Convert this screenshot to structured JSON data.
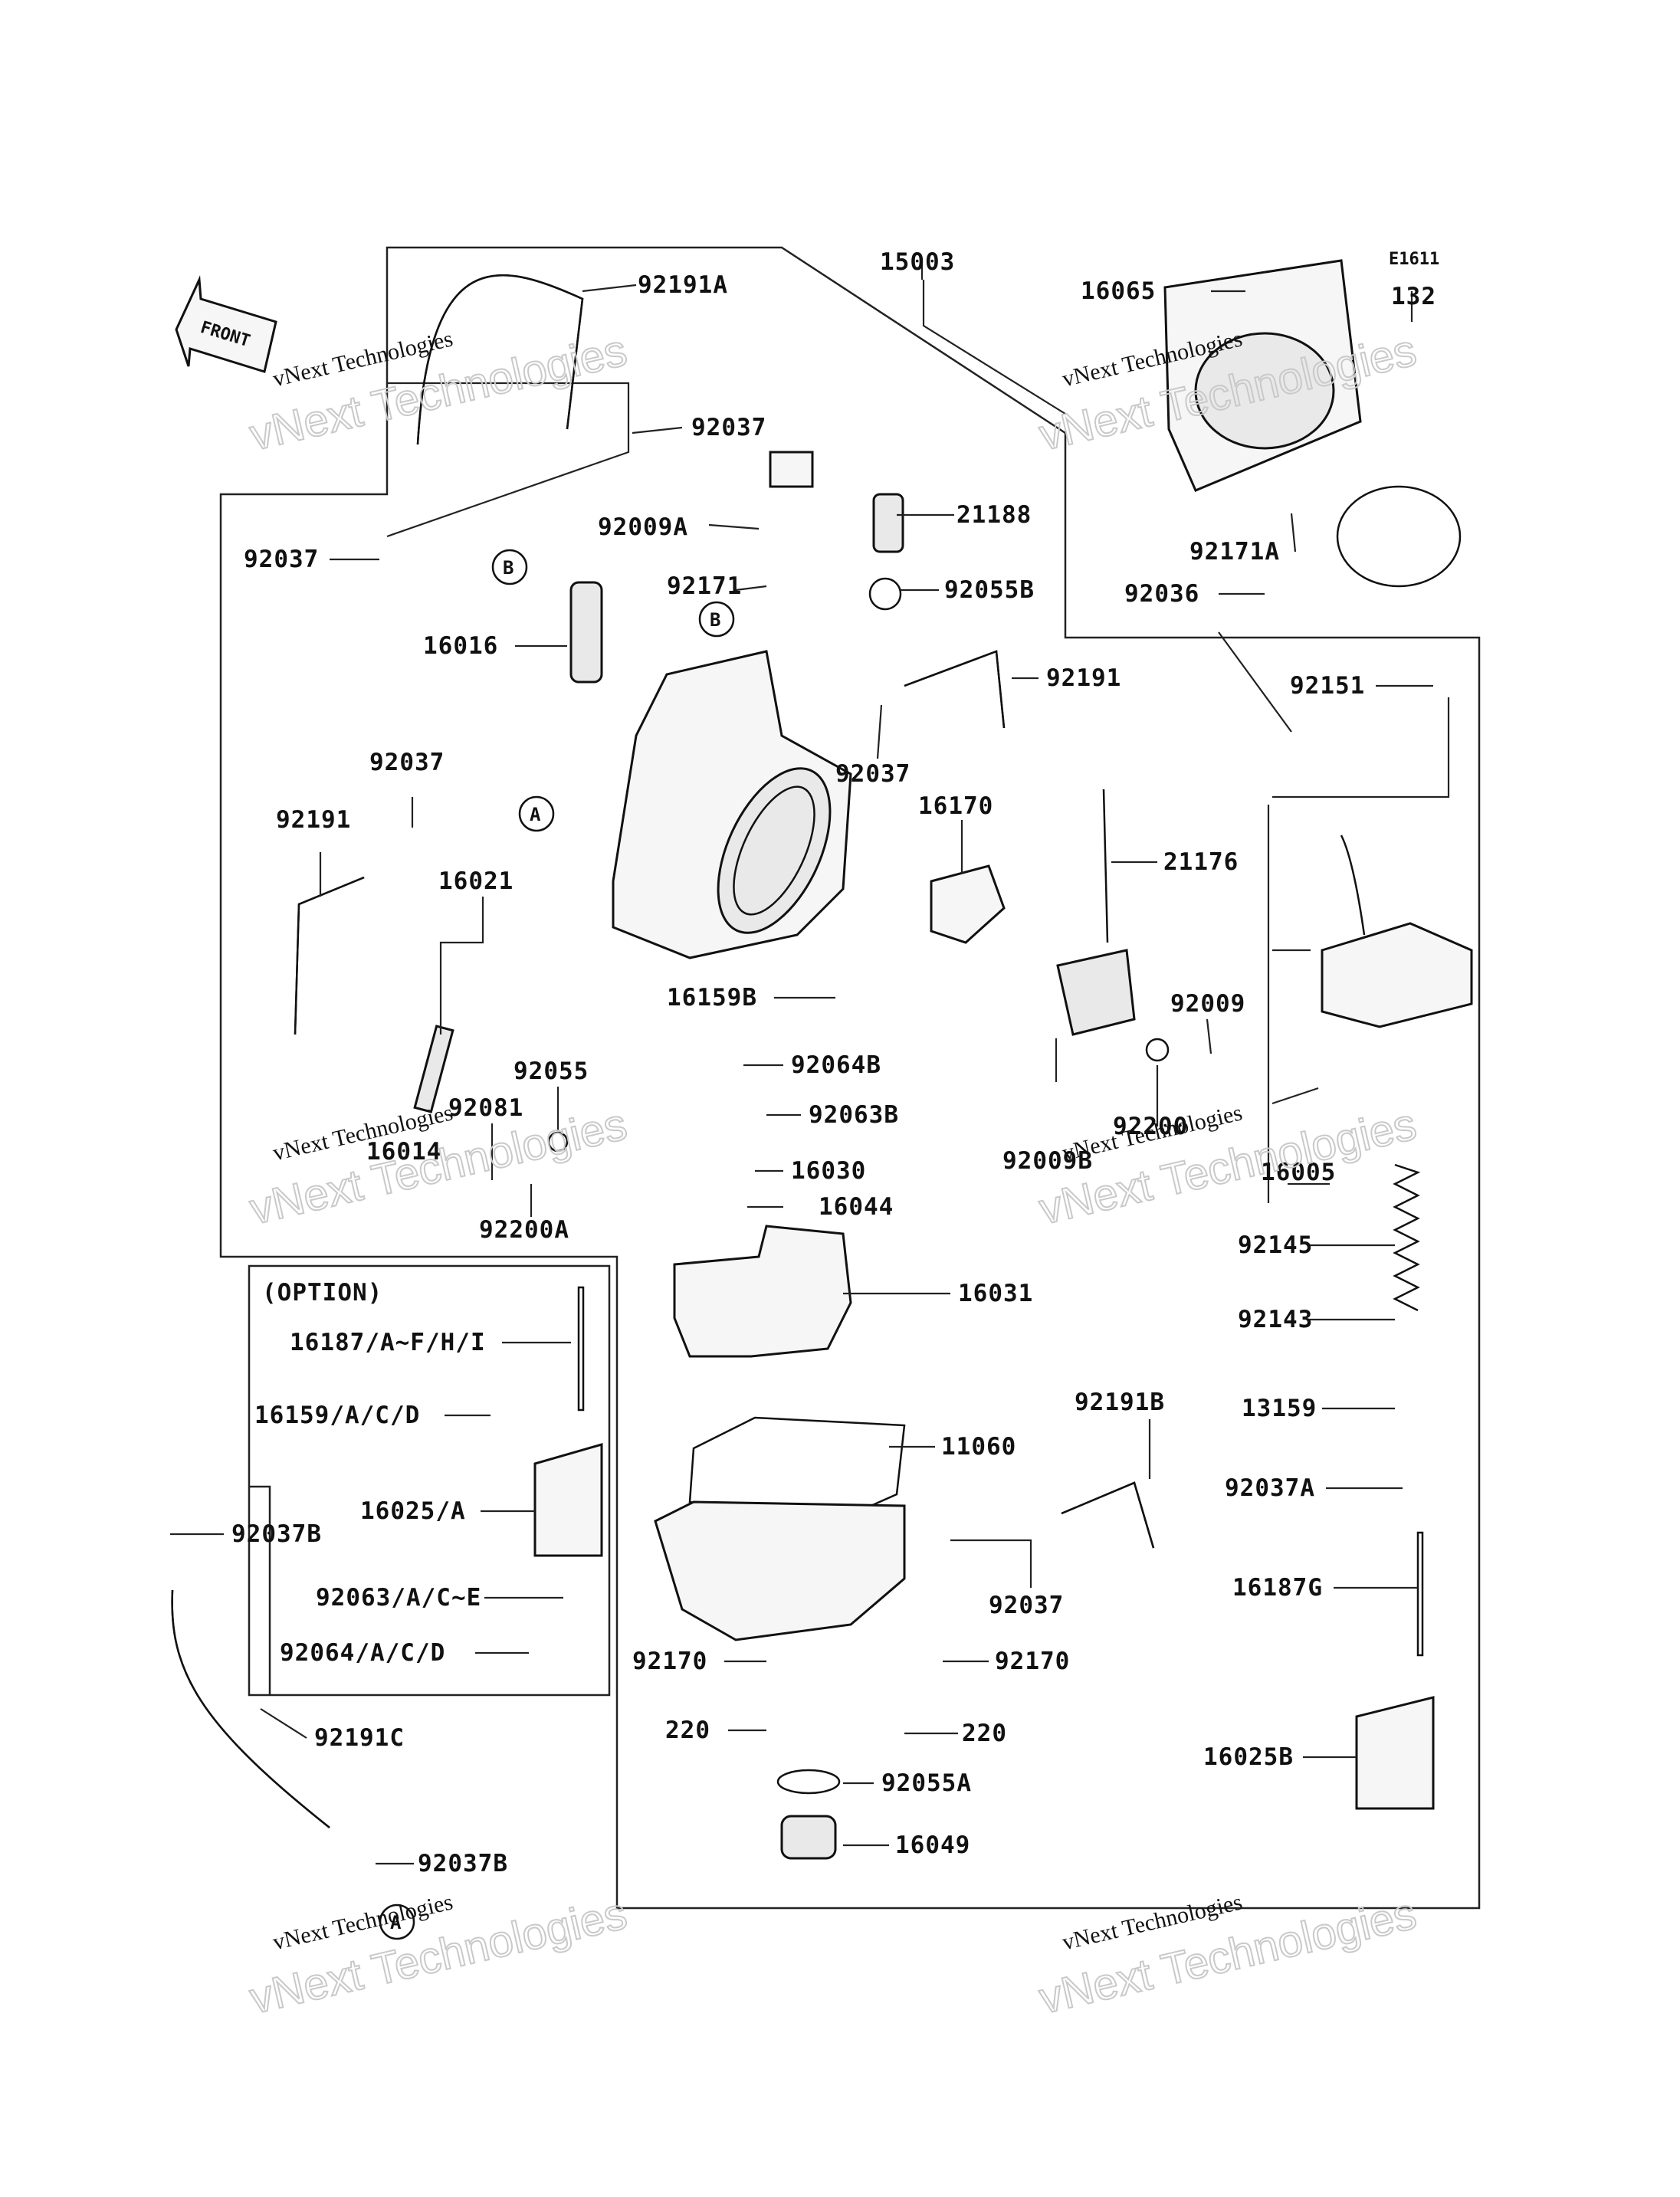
{
  "diagram": {
    "code": "E1611",
    "front_label": "FRONT",
    "option_label": "(OPTION)",
    "markers": [
      "A",
      "B"
    ],
    "watermark": {
      "line1": "vNext Technologies",
      "line2": "vNext Technologies"
    },
    "part_labels": [
      "92191A",
      "15003",
      "16065",
      "132",
      "92037",
      "21188",
      "92009A",
      "92171A",
      "92037",
      "92171",
      "92055B",
      "92036",
      "16016",
      "92191",
      "92151",
      "92037",
      "92037",
      "16170",
      "92191",
      "21176",
      "16021",
      "92009",
      "16159B",
      "92055",
      "92064B",
      "92081",
      "92063B",
      "92200",
      "16014",
      "92009B",
      "16030",
      "16005",
      "92200A",
      "16044",
      "92145",
      "16031",
      "16187/A~F/H/I",
      "92143",
      "16159/A/C/D",
      "13159",
      "92191B",
      "11060",
      "16025/A",
      "92037A",
      "92037B",
      "16187G",
      "92063/A/C~E",
      "92037",
      "92064/A/C/D",
      "92170",
      "92170",
      "92191C",
      "220",
      "220",
      "16025B",
      "92055A",
      "16049",
      "92037B"
    ]
  }
}
